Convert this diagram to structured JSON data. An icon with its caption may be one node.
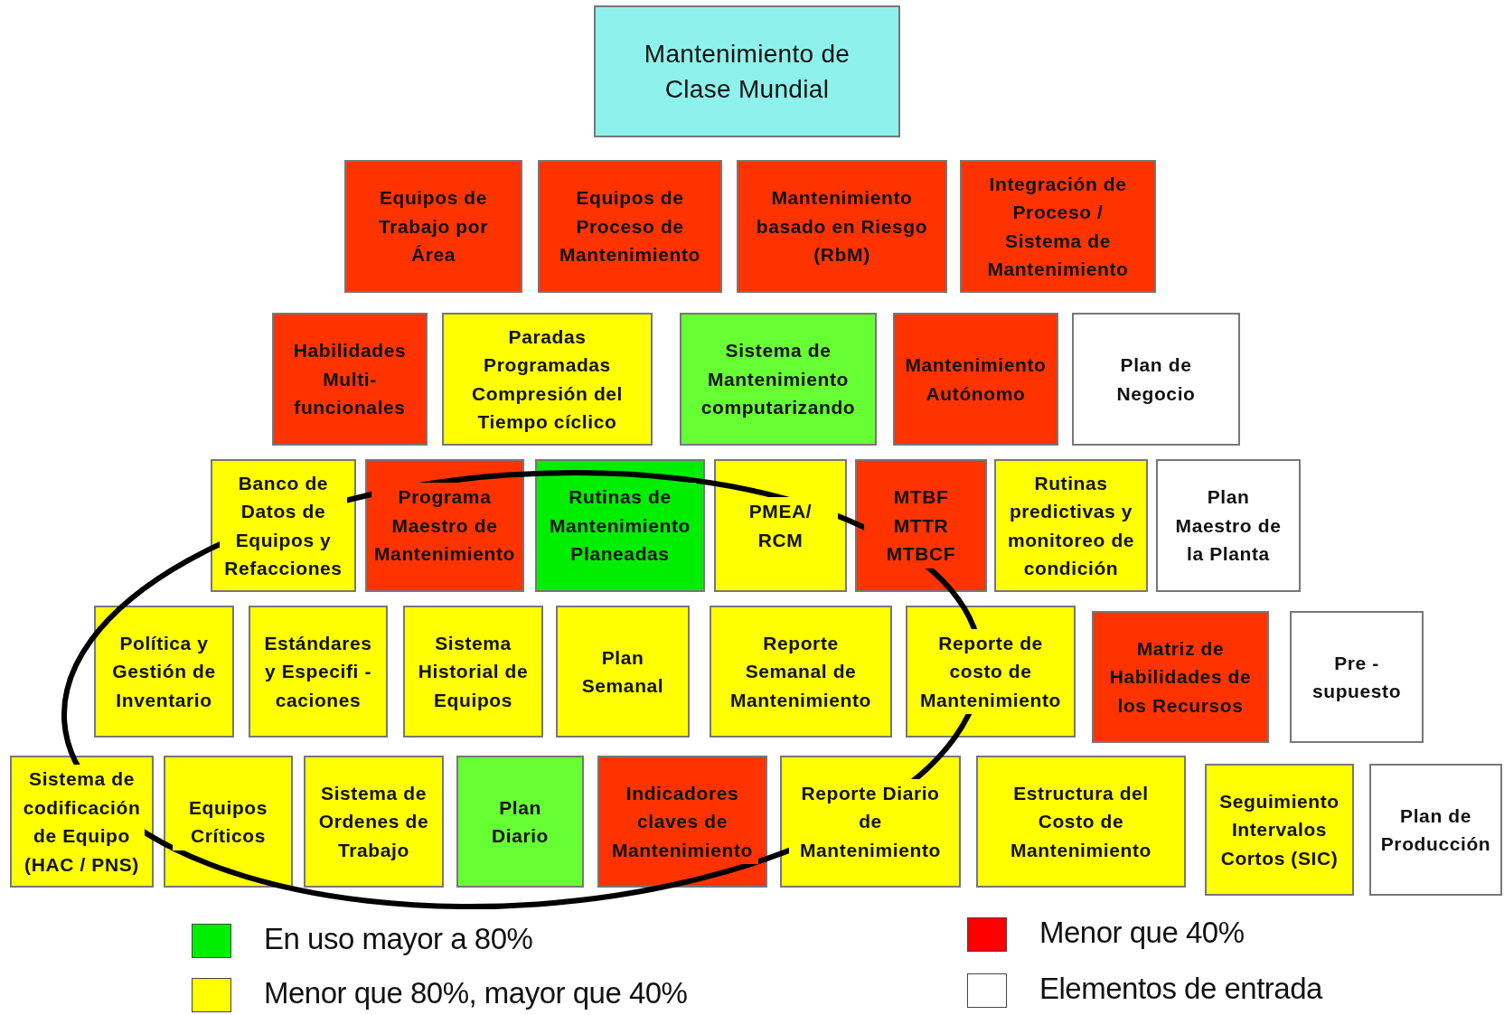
{
  "diagram": {
    "nodes": [
      {
        "text": [
          "Mantenimiento de Clase Mundial"
        ]
      },
      {
        "text": [
          "Equipos de Trabajo por Área"
        ]
      },
      {
        "text": [
          "Equipos de Proceso de Mantenimiento"
        ]
      },
      {
        "text": [
          "Mantenimiento basado en Riesgo (RbM)"
        ]
      },
      {
        "text": [
          "Integración de Proceso / Sistema de Mantenimiento"
        ]
      },
      {
        "text": [
          "Habilidades Multi-funcionales"
        ]
      },
      {
        "text": [
          "Paradas Programadas Compresión del Tiempo cíclico"
        ]
      },
      {
        "text": [
          "Sistema de Mantenimiento computarizando"
        ]
      },
      {
        "text": [
          "Mantenimiento Autónomo"
        ]
      },
      {
        "text": [
          "Plan de Negocio"
        ]
      },
      {
        "text": [
          "Banco de Datos de Equipos y Refacciones"
        ]
      },
      {
        "text": [
          "Programa Maestro de Mantenimiento"
        ]
      },
      {
        "text": [
          "Rutinas de Mantenimiento Planeadas"
        ]
      },
      {
        "text": [
          "PMEA/ RCM"
        ]
      },
      {
        "text": [
          "MTBF MTTR MTBCF"
        ]
      },
      {
        "text": [
          "Rutinas predictivas y monitoreo de condición"
        ]
      },
      {
        "text": [
          "Plan Maestro de la Planta"
        ]
      },
      {
        "text": [
          "Política y Gestión de Inventario"
        ]
      },
      {
        "text": [
          "Estándares y Especifi - caciones"
        ]
      },
      {
        "text": [
          "Sistema Historial de Equipos"
        ]
      },
      {
        "text": [
          "Plan Semanal"
        ]
      },
      {
        "text": [
          "Reporte Semanal de Mantenimiento"
        ]
      },
      {
        "text": [
          "Reporte de costo de Mantenimiento"
        ]
      },
      {
        "text": [
          "Matriz de Habilidades de los Recursos"
        ]
      },
      {
        "text": [
          "Pre - supuesto"
        ]
      },
      {
        "text": [
          "Sistema de codificación de Equipo (HAC / PNS)"
        ]
      },
      {
        "text": [
          "Equipos Críticos"
        ]
      },
      {
        "text": [
          "Sistema de Ordenes de Trabajo"
        ]
      },
      {
        "text": [
          "Plan Diario"
        ]
      },
      {
        "text": [
          "Indicadores claves de Mantenimiento"
        ]
      },
      {
        "text": [
          "Reporte Diario de Mantenimiento"
        ]
      },
      {
        "text": [
          "Estructura del Costo de Mantenimiento"
        ]
      },
      {
        "text": [
          "Seguimiento Intervalos Cortos (SIC)"
        ]
      },
      {
        "text": [
          "Plan de Producción"
        ]
      }
    ],
    "legend": [
      {
        "text": "En uso mayor a 80%",
        "color": "#00ee00"
      },
      {
        "text": "Menor que 80%, mayor que 40%",
        "color": "#ffff00"
      },
      {
        "text": "Menor que 40%",
        "color": "#ff0000"
      },
      {
        "text": "Elementos de entrada",
        "color": "#ffffff"
      }
    ]
  }
}
